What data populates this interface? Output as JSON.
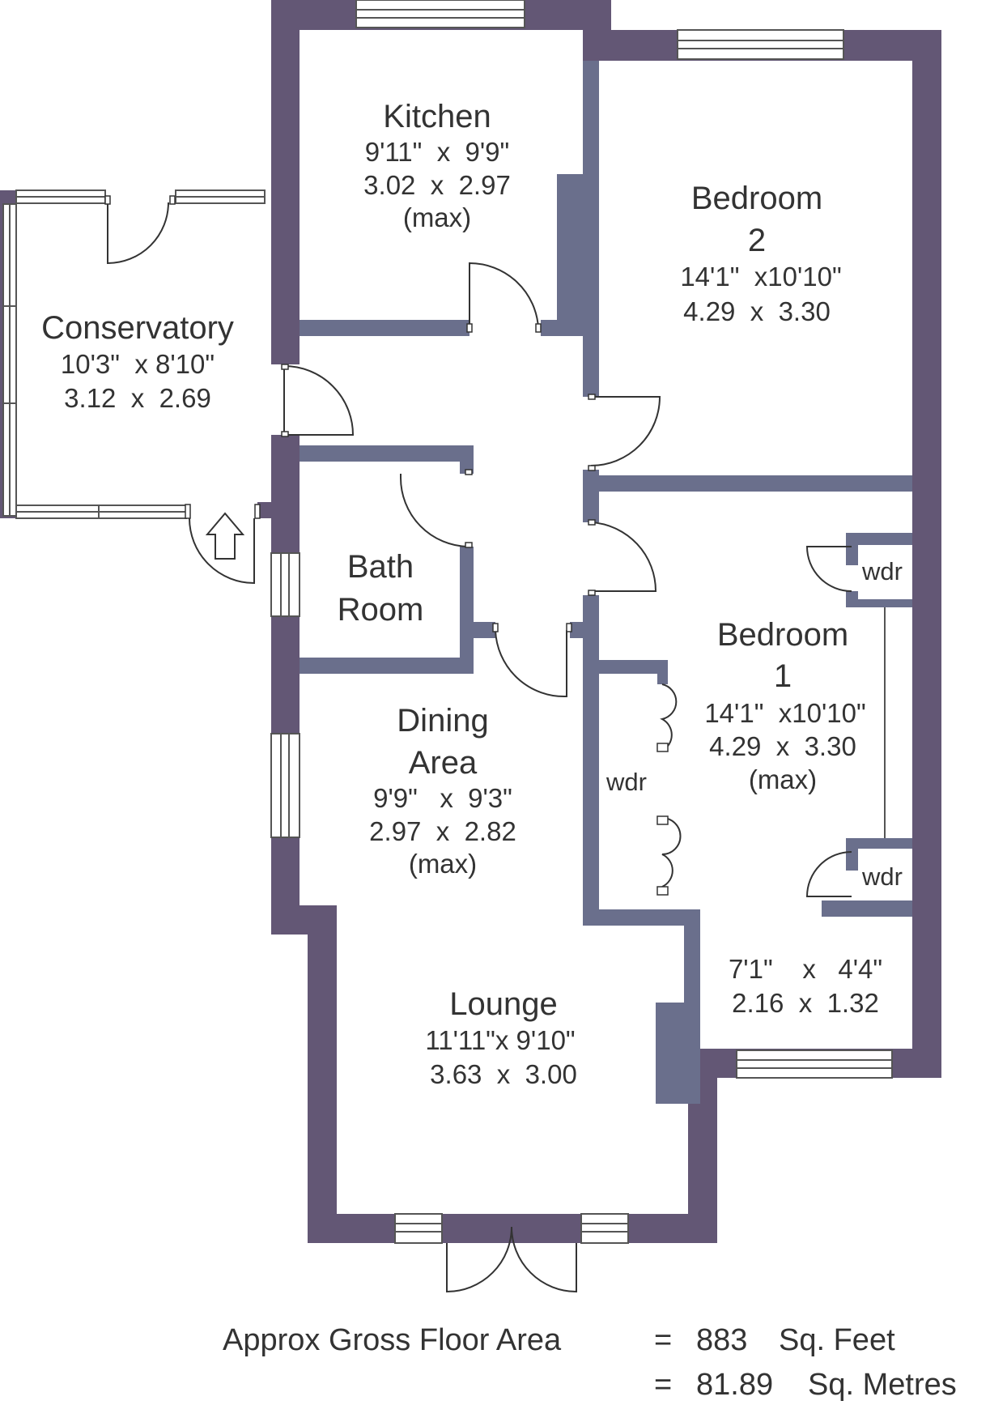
{
  "rooms": {
    "kitchen": {
      "name": "Kitchen",
      "imperial": "9'11\"  x  9'9\"",
      "metric": "3.02  x  2.97",
      "note": "(max)"
    },
    "bedroom2": {
      "name": "Bedroom",
      "number": "2",
      "imperial": "14'1\"  x10'10\"",
      "metric": "4.29  x  3.30"
    },
    "conservatory": {
      "name": "Conservatory",
      "imperial": "10'3\"  x 8'10\"",
      "metric": "3.12  x  2.69"
    },
    "bathroom": {
      "name_line1": "Bath",
      "name_line2": "Room"
    },
    "bedroom1": {
      "name": "Bedroom",
      "number": "1",
      "imperial": "14'1\"  x10'10\"",
      "metric": "4.29  x  3.30",
      "note": "(max)"
    },
    "dining": {
      "name_line1": "Dining",
      "name_line2": "Area",
      "imperial": "9'9\"   x  9'3\"",
      "metric": "2.97  x  2.82",
      "note": "(max)"
    },
    "bay": {
      "imperial": "7'1\"    x   4'4\"",
      "metric": "2.16  x  1.32"
    },
    "lounge": {
      "name": "Lounge",
      "imperial": "11'11\"x 9'10\"",
      "metric": "3.63  x  3.00"
    }
  },
  "wardrobes": {
    "label": "wdr"
  },
  "area": {
    "label": "Approx Gross Floor Area",
    "eq": "=",
    "sqft_value": "883",
    "sqft_unit": "Sq. Feet",
    "sqm_value": "81.89",
    "sqm_unit": "Sq. Metres"
  },
  "colors": {
    "outer_wall": "#635775",
    "inner_wall": "#6a6f8c",
    "background": "#ffffff"
  }
}
